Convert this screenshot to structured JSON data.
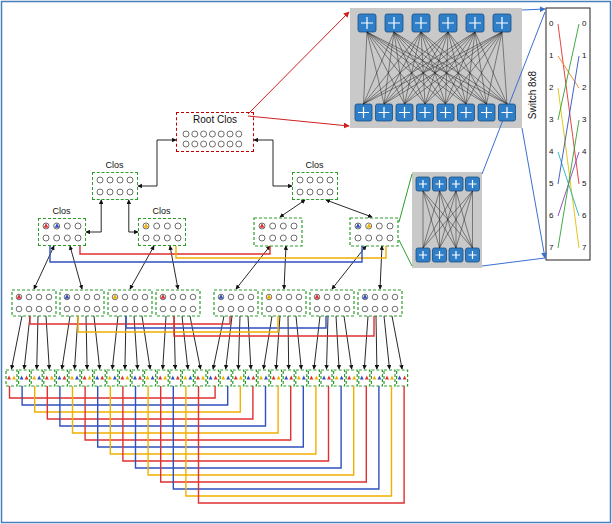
{
  "diagram": {
    "nodes": [
      {
        "text": [
          "Root Clos"
        ]
      },
      {
        "text": [
          "Clos"
        ]
      },
      {
        "text": [
          "Clos"
        ]
      },
      {
        "text": [
          "Clos"
        ]
      },
      {
        "text": [
          "Clos"
        ]
      }
    ],
    "edges": [
      {
        "from": 0,
        "to": 1,
        "arrow": "both"
      },
      {
        "from": 0,
        "to": 2,
        "arrow": "both"
      },
      {
        "from": 1,
        "to": 3,
        "arrow": "both"
      },
      {
        "from": 1,
        "to": 4,
        "arrow": "both"
      }
    ],
    "labels": [
      "Switch 8x8",
      "0",
      "1",
      "2",
      "3",
      "4",
      "5",
      "6",
      "7",
      "0",
      "1",
      "2",
      "3",
      "4",
      "5",
      "6",
      "7"
    ]
  }
}
